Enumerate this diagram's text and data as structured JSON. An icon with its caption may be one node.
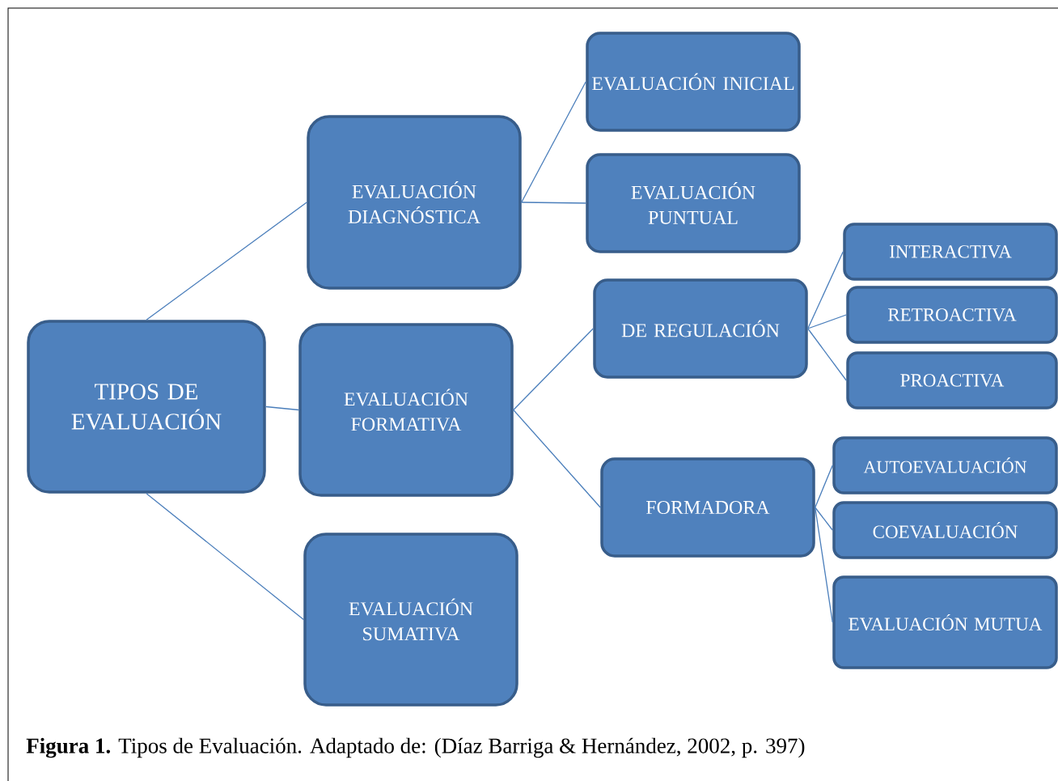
{
  "diagram": {
    "caption": "**Figura 1.** Tipos de Evaluación. Adaptado de: (Díaz Barriga & Hernández, 2002, p. 397)",
    "nodes": [
      {
        "text": [
          "TIPOS DE EVALUACIÓN"
        ]
      },
      {
        "text": [
          "EVALUACIÓN DIAGNÓSTICA"
        ]
      },
      {
        "text": [
          "EVALUACIÓN FORMATIVA"
        ]
      },
      {
        "text": [
          "EVALUACIÓN SUMATIVA"
        ]
      },
      {
        "text": [
          "EVALUACIÓN INICIAL"
        ]
      },
      {
        "text": [
          "EVALUACIÓN PUNTUAL"
        ]
      },
      {
        "text": [
          "DE REGULACIÓN"
        ]
      },
      {
        "text": [
          "FORMADORA"
        ]
      },
      {
        "text": [
          "INTERACTIVA"
        ]
      },
      {
        "text": [
          "RETROACTIVA"
        ]
      },
      {
        "text": [
          "PROACTIVA"
        ]
      },
      {
        "text": [
          "AUTOEVALUACIÓN"
        ]
      },
      {
        "text": [
          "COEVALUACIÓN"
        ]
      },
      {
        "text": [
          "EVALUACIÓN MUTUA"
        ]
      }
    ],
    "edges": [
      {
        "from": 0,
        "to": 1,
        "arrow": "none"
      },
      {
        "from": 0,
        "to": 2,
        "arrow": "none"
      },
      {
        "from": 0,
        "to": 3,
        "arrow": "none"
      },
      {
        "from": 1,
        "to": 4,
        "arrow": "none"
      },
      {
        "from": 1,
        "to": 5,
        "arrow": "none"
      },
      {
        "from": 2,
        "to": 6,
        "arrow": "none"
      },
      {
        "from": 2,
        "to": 7,
        "arrow": "none"
      },
      {
        "from": 6,
        "to": 8,
        "arrow": "none"
      },
      {
        "from": 6,
        "to": 9,
        "arrow": "none"
      },
      {
        "from": 6,
        "to": 10,
        "arrow": "none"
      },
      {
        "from": 7,
        "to": 11,
        "arrow": "none"
      },
      {
        "from": 7,
        "to": 12,
        "arrow": "none"
      },
      {
        "from": 7,
        "to": 13,
        "arrow": "none"
      }
    ]
  }
}
